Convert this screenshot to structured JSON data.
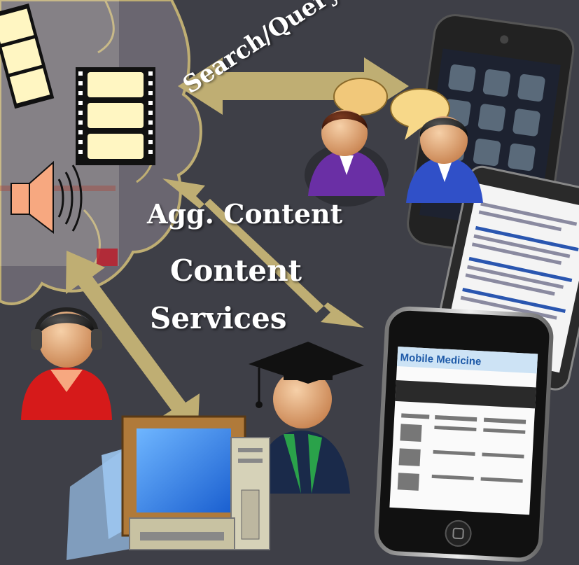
{
  "labels": {
    "search_query": "Search/Query",
    "agg_content": "Agg. Content",
    "content": "Content",
    "services": "Services"
  },
  "colors": {
    "background": "#3e3f47",
    "arrow": "#bfae73",
    "cloud": "#6a6670",
    "film": "#fff6c2",
    "speaker": "#f7a880",
    "text": "#ffffff"
  },
  "icons": [
    "film-strip-icon",
    "speaker-icon",
    "person-icon",
    "headset-user-icon",
    "graduate-user-icon",
    "computer-icon",
    "smartphone-icon",
    "iphone-icon",
    "speech-bubble-icon"
  ],
  "phone_screen": {
    "app_title": "Mobile Medicine"
  }
}
